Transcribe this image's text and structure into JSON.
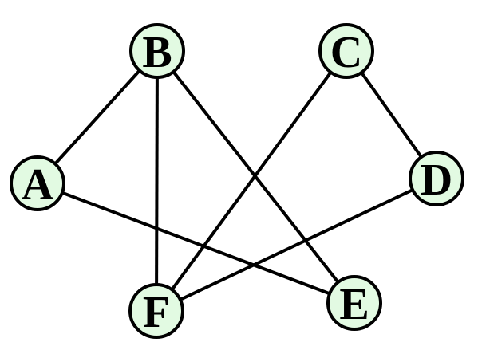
{
  "graph": {
    "node_fill": "#e2fae2",
    "stroke": "#000000",
    "nodes": [
      {
        "id": "A",
        "label": "A"
      },
      {
        "id": "B",
        "label": "B"
      },
      {
        "id": "C",
        "label": "C"
      },
      {
        "id": "D",
        "label": "D"
      },
      {
        "id": "E",
        "label": "E"
      },
      {
        "id": "F",
        "label": "F"
      }
    ],
    "edges": [
      [
        "A",
        "B"
      ],
      [
        "B",
        "F"
      ],
      [
        "B",
        "E"
      ],
      [
        "C",
        "F"
      ],
      [
        "C",
        "D"
      ],
      [
        "A",
        "E"
      ],
      [
        "D",
        "F"
      ]
    ]
  }
}
